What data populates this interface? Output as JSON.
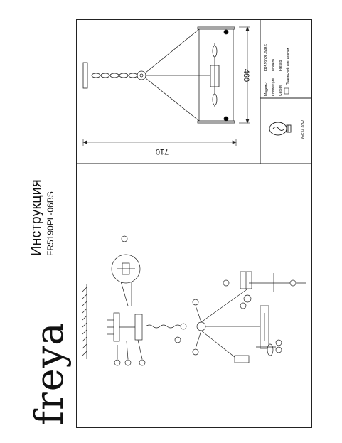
{
  "brand": "freya",
  "doc": {
    "title": "Инструкция",
    "model": "FR5190PL-06BS"
  },
  "dimensions": {
    "width": "710",
    "height": "460"
  },
  "specs": {
    "model_label": "Модель:",
    "model_value": "FR5190PL-06BS",
    "collection_label": "Коллекция:",
    "collection_value": "Modern",
    "series_label": "Серия:",
    "series_value": "Fresco",
    "type_value": "Подвесной светильник"
  },
  "bulb": {
    "spec": "6xE14 60W"
  },
  "colors": {
    "line": "#222222"
  }
}
